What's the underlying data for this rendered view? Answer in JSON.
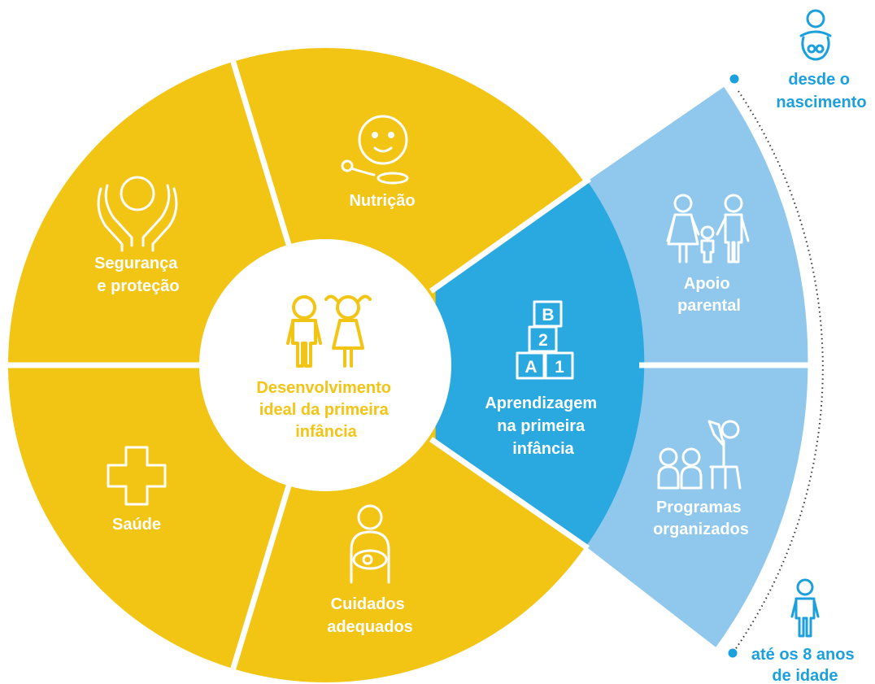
{
  "colors": {
    "yellow": "#f2c515",
    "blue": "#2aa8e0",
    "light_blue": "#8fc8ec",
    "caption_blue": "#1ca0dd",
    "white": "#ffffff"
  },
  "center": {
    "label_lines": [
      "Desenvolvimento",
      "ideal da primeira",
      "infância"
    ],
    "icon": "children-icon"
  },
  "segments": [
    {
      "id": "nutricao",
      "label_lines": [
        "Nutrição"
      ],
      "icon": "baby-food-face-icon",
      "color": "yellow"
    },
    {
      "id": "seguranca",
      "label_lines": [
        "Segurança",
        "e proteção"
      ],
      "icon": "protecting-hands-icon",
      "color": "yellow"
    },
    {
      "id": "saude",
      "label_lines": [
        "Saúde"
      ],
      "icon": "health-cross-icon",
      "color": "yellow"
    },
    {
      "id": "cuidados",
      "label_lines": [
        "Cuidados",
        "adequados"
      ],
      "icon": "caregiver-holding-baby-icon",
      "color": "yellow"
    },
    {
      "id": "aprendizagem",
      "label_lines": [
        "Aprendizagem",
        "na primeira",
        "infância"
      ],
      "icon": "learning-blocks-icon",
      "color": "blue"
    }
  ],
  "blocks": {
    "top": "B",
    "middle": "2",
    "bottom_left": "A",
    "bottom_right": "1"
  },
  "outer_segments": [
    {
      "id": "apoio",
      "label_lines": [
        "Apoio",
        "parental"
      ],
      "icon": "family-icon",
      "color": "light_blue"
    },
    {
      "id": "programas",
      "label_lines": [
        "Programas",
        "organizados"
      ],
      "icon": "teacher-reading-icon",
      "color": "light_blue"
    }
  ],
  "timeline": {
    "start_lines": [
      "desde o",
      "nascimento"
    ],
    "end_lines": [
      "até os 8 anos",
      "de idade"
    ],
    "start_icon": "baby-icon",
    "end_icon": "child-icon"
  }
}
